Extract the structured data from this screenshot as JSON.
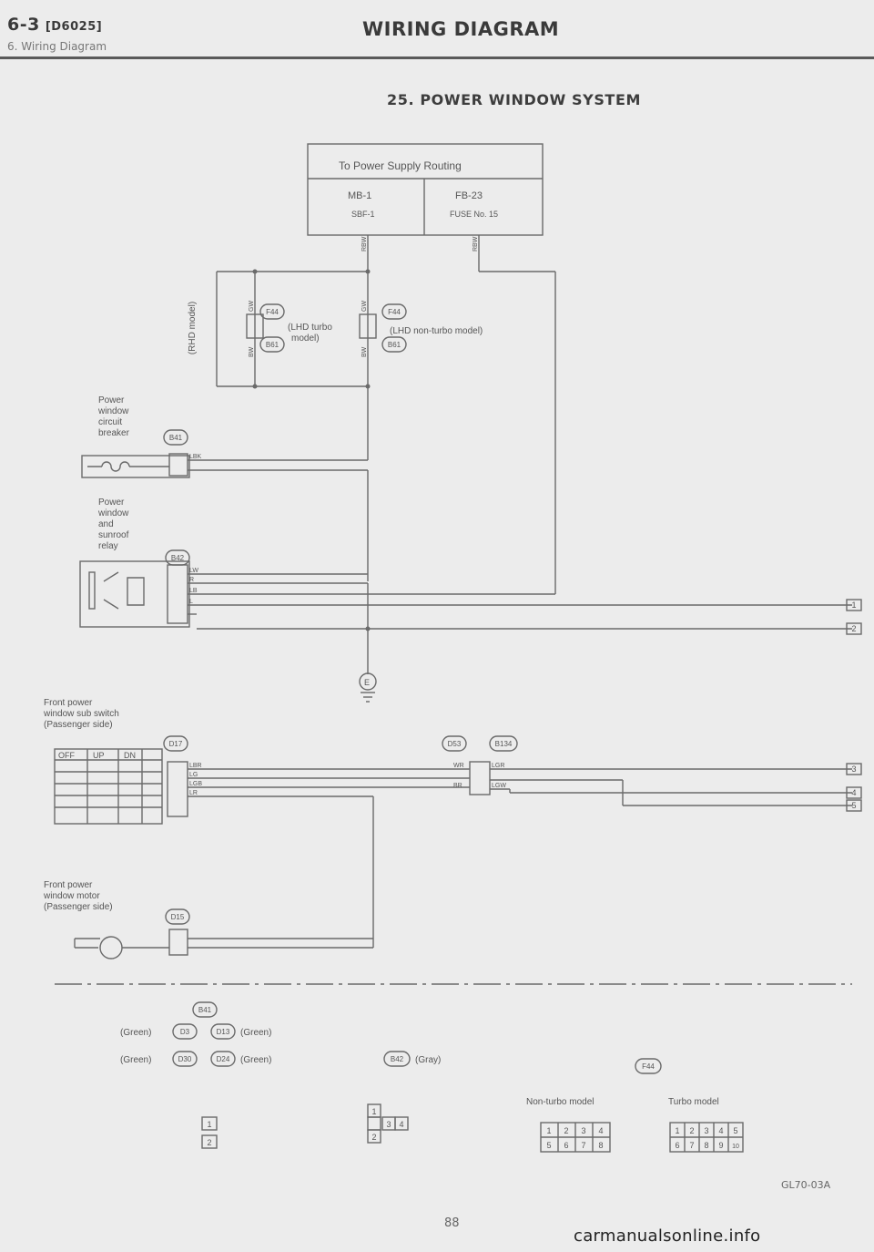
{
  "header": {
    "section": "6-3",
    "section_code": "[D6025]",
    "subsection": "6. Wiring Diagram",
    "title": "WIRING DIAGRAM"
  },
  "system_title": "25. POWER WINDOW SYSTEM",
  "power_box": {
    "title": "To Power Supply Routing",
    "left_cell": [
      "MB-1",
      "SBF-1"
    ],
    "right_cell": [
      "FB-23",
      "FUSE No. 15"
    ]
  },
  "labels": {
    "rhd_model": "(RHD model)",
    "lhd_turbo": [
      "(LHD turbo",
      "model)"
    ],
    "lhd_non_turbo": "(LHD non-turbo model)",
    "breaker": [
      "Power",
      "window",
      "circuit",
      "breaker"
    ],
    "relay": [
      "Power",
      "window",
      "and",
      "sunroof",
      "relay"
    ],
    "sub_switch": [
      "Front power",
      "window sub switch",
      "(Passenger side)"
    ],
    "motor": [
      "Front power",
      "window motor",
      "(Passenger side)"
    ],
    "switch_table_header": [
      "OFF",
      "UP",
      "DN"
    ],
    "ground": "E"
  },
  "connectors": {
    "f44": "F44",
    "b61": "B61",
    "b41": "B41",
    "b42": "B42",
    "d17": "D17",
    "d15": "D15",
    "d53": "D53",
    "b134": "B134",
    "b41_legend": "B41",
    "legend_rows": [
      [
        "(Green)",
        "D3",
        "D13",
        "(Green)"
      ],
      [
        "(Green)",
        "D30",
        "D24",
        "(Green)"
      ]
    ],
    "b42_legend": [
      "B42",
      "(Gray)"
    ],
    "f44_legend": "F44"
  },
  "wire_codes": {
    "rbw1": "RBW",
    "rbw2": "RBW",
    "gw": "GW",
    "bw": "BW",
    "lbk": "LBK",
    "lw": "LW",
    "r": "R",
    "lb": "LB",
    "l": "L",
    "lbr": "LBR",
    "lg": "LG",
    "lgb": "LGB",
    "lr": "LR",
    "wr": "WR",
    "br": "BR",
    "lgr": "LGR",
    "lgw": "LGW"
  },
  "off_page": [
    "1",
    "2",
    "3",
    "4",
    "5"
  ],
  "pin_diagrams": {
    "non_turbo_label": "Non-turbo model",
    "turbo_label": "Turbo model",
    "d_pins": [
      "1",
      "2"
    ],
    "b42_pins": [
      "1",
      "3",
      "4",
      "2"
    ],
    "non_turbo_pins": [
      "1",
      "2",
      "3",
      "4",
      "5",
      "6",
      "7",
      "8"
    ],
    "turbo_pins": [
      "1",
      "2",
      "3",
      "4",
      "5",
      "6",
      "7",
      "8",
      "9",
      "10"
    ]
  },
  "figure_code": "GL70-03A",
  "page_number": "88",
  "watermark": "carmanualsonline.info",
  "colors": {
    "background": "#ececec",
    "line": "#6a6a6a",
    "text": "#555555"
  }
}
